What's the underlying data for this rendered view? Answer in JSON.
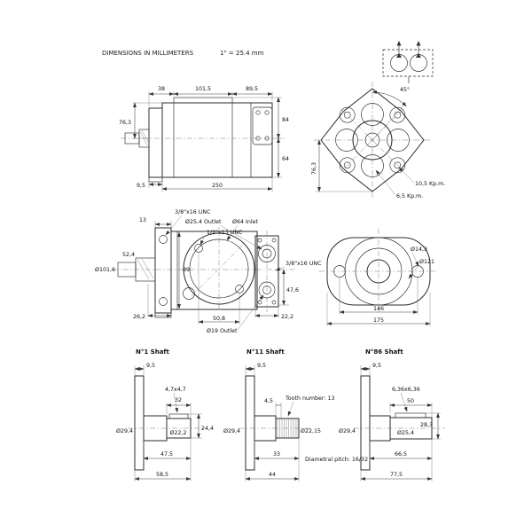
{
  "header": {
    "units_note": "DIMENSIONS IN MILLIMETERS",
    "scale_note": "1\" = 25.4 mm"
  },
  "side_view": {
    "dim_38": "38",
    "dim_101_5": "101,5",
    "dim_89_5": "89,5",
    "dim_76_3": "76,3",
    "dim_84": "84",
    "dim_64": "64",
    "dim_9_5": "9,5",
    "dim_250": "250"
  },
  "rear_flange_view": {
    "dim_angle": "45°",
    "dim_76_3": "76,3",
    "torque_outer": "10,5 Kp.m.",
    "torque_inner": "6,5 Kp.m."
  },
  "front_view": {
    "dim_13": "13",
    "thread_top": "3/8\"x16 UNC",
    "outlet_top": "Ø25,4 Outlet",
    "inlet": "Ø64 Inlet",
    "thread_mid": "1/2\"x13 UNC",
    "dim_101_6": "Ø101,6",
    "dim_52_4": "52,4",
    "dim_89": "89",
    "thread_right": "3/8\"x16 UNC",
    "dim_47_6": "47,6",
    "dim_26_2": "26,2",
    "dim_50_8": "50,8",
    "dim_22_2": "22,2",
    "outlet_bottom": "Ø19 Outlet"
  },
  "mount_flange_view": {
    "dim_14_3": "Ø14,3",
    "dim_121": "Ø121",
    "dim_146": "146",
    "dim_175": "175"
  },
  "shaft1": {
    "title": "N°1 Shaft",
    "dim_9_5": "9,5",
    "key": "4,7x4,7",
    "dim_32": "32",
    "dim_29_4": "Ø29,4",
    "dim_22_2": "Ø22,2",
    "dim_24_4": "24,4",
    "dim_47_5": "47,5",
    "dim_58_5": "58,5"
  },
  "shaft2": {
    "title": "N°11 Shaft",
    "dim_9_5": "9,5",
    "dim_4_5": "4,5",
    "tooth_note": "Tooth number: 13",
    "dim_29_4": "Ø29,4",
    "dim_22_15": "Ø22,15",
    "dim_33": "33",
    "pitch_note": "Diametral pitch: 16/32",
    "dim_44": "44"
  },
  "shaft3": {
    "title": "N°86 Shaft",
    "dim_9_5": "9,5",
    "key": "6,36x6,36",
    "dim_50": "50",
    "dim_29_4": "Ø29,4",
    "dim_25_4": "Ø25,4",
    "dim_28_3": "28,3",
    "dim_66_5": "66,5",
    "dim_77_5": "77,5"
  }
}
